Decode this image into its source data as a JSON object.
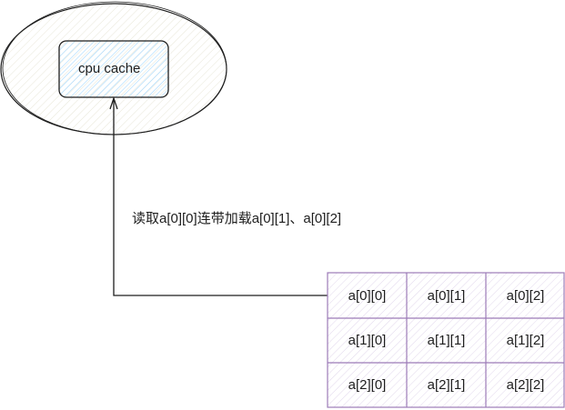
{
  "cache_label": "cpu cache",
  "arrow_label": "读取a[0][0]连带加载a[0][1]、a[0][2]",
  "array_cells": [
    [
      "a[0][0]",
      "a[0][1]",
      "a[0][2]"
    ],
    [
      "a[1][0]",
      "a[1][1]",
      "a[1][2]"
    ],
    [
      "a[2][0]",
      "a[2][1]",
      "a[2][2]"
    ]
  ],
  "colors": {
    "cache_fill": "#a5d8ff",
    "grid_stroke": "#9c7bb8",
    "stroke": "#1e1e1e"
  }
}
